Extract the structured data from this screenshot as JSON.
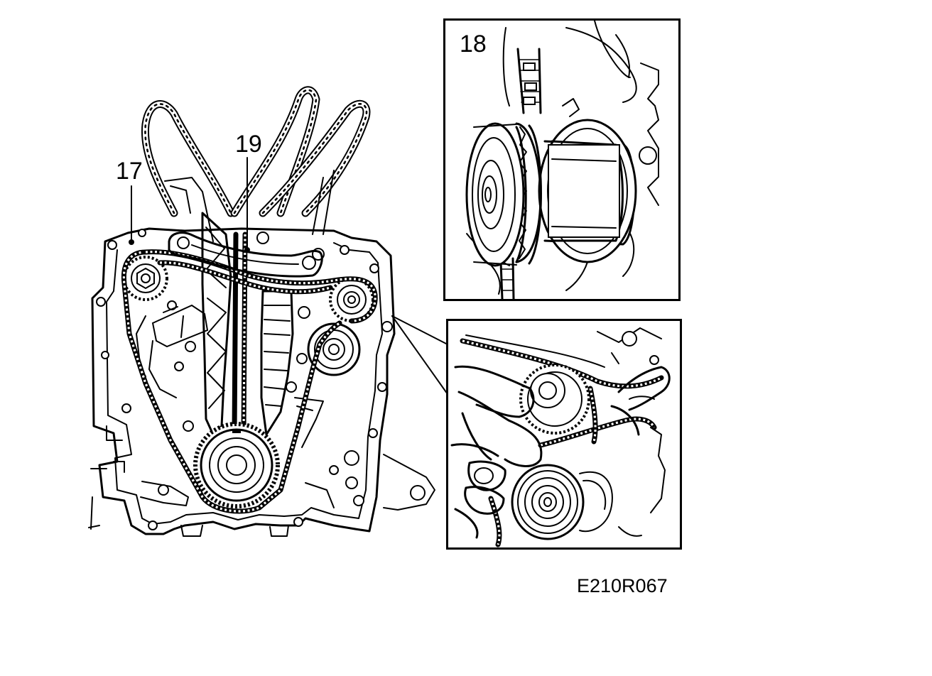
{
  "callouts": {
    "c17": "17",
    "c19": "19",
    "c18": "18"
  },
  "figure_id": "E210R067"
}
